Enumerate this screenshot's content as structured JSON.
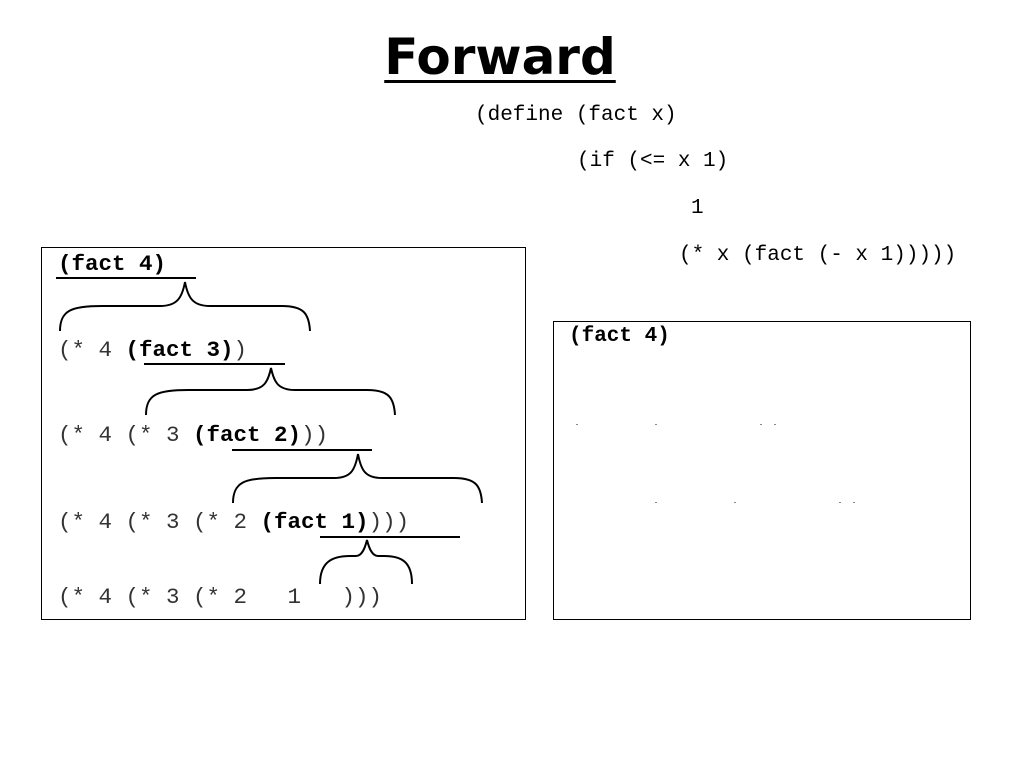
{
  "slide": {
    "title": "Forward"
  },
  "code": {
    "line1": "(define (fact x)",
    "line2": "(if (<= x 1)",
    "line3": "1",
    "line4": "(* x (fact (- x 1)))))"
  },
  "left_panel": {
    "rows": [
      {
        "prefix": "",
        "call": "(fact 4)",
        "suffix": ""
      },
      {
        "prefix": "(* 4 ",
        "call": "(fact 3)",
        "suffix": ")"
      },
      {
        "prefix": "(* 4 (* 3 ",
        "call": "(fact 2)",
        "suffix": "))"
      },
      {
        "prefix": "(* 4 (* 3 (* 2 ",
        "call": "(fact 1)",
        "suffix": ")))"
      },
      {
        "prefix": "(* 4 (* 3 (* 2   ",
        "call": "",
        "suffix": "1   )))"
      }
    ]
  },
  "right_panel": {
    "expr": "(fact 4)"
  }
}
